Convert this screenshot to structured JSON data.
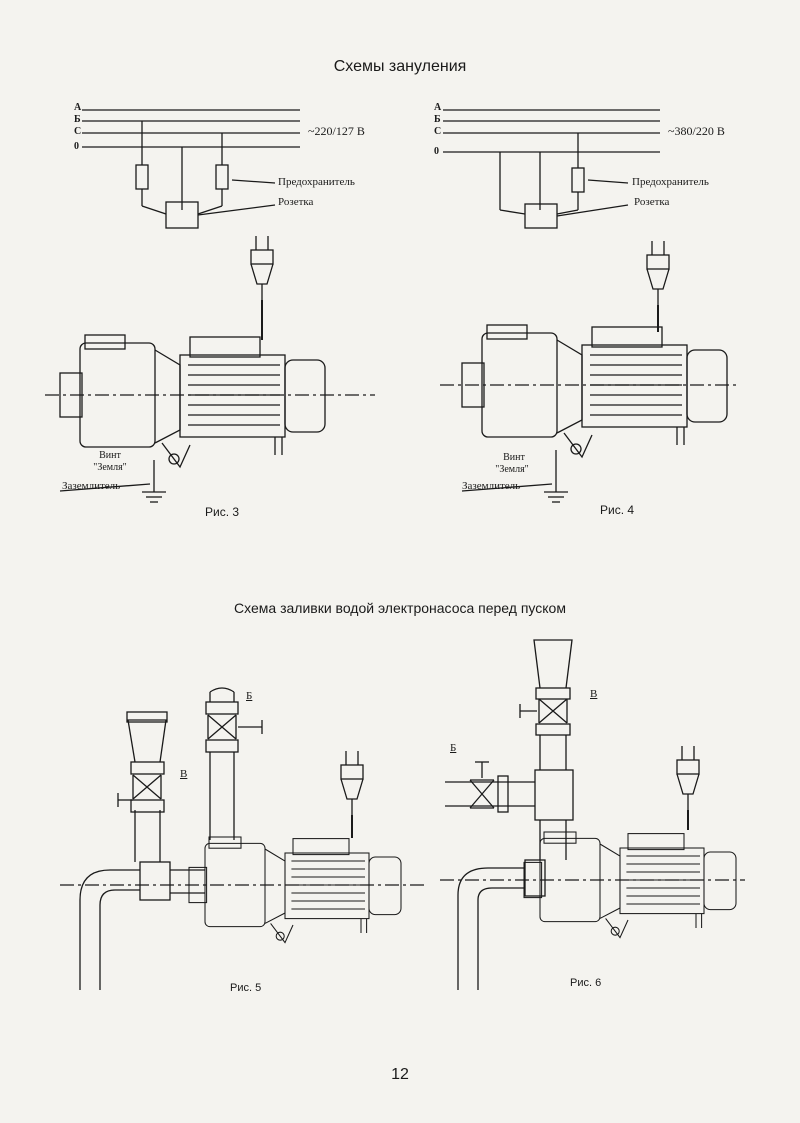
{
  "title_grounding": "Схемы зануления",
  "title_priming": "Схема заливки водой электронасоса перед пуском",
  "fig3": {
    "phases": [
      "А",
      "Б",
      "С",
      "0"
    ],
    "voltage": "~220/127 В",
    "fuse_label": "Предохранитель",
    "socket_label": "Розетка",
    "screw_label_1": "Винт",
    "screw_label_2": "\"Земля\"",
    "grounding_label": "Заземлитель",
    "caption": "Рис. 3"
  },
  "fig4": {
    "phases": [
      "А",
      "Б",
      "С",
      "0"
    ],
    "voltage": "~380/220 В",
    "fuse_label": "Предохранитель",
    "socket_label": "Розетка",
    "screw_label_1": "Винт",
    "screw_label_2": "\"Земля\"",
    "grounding_label": "Заземлитель",
    "caption": "Рис. 4"
  },
  "fig5": {
    "valve_b": "Б",
    "valve_v": "В",
    "caption": "Рис. 5"
  },
  "fig6": {
    "valve_b": "Б",
    "valve_v": "В",
    "caption": "Рис. 6"
  },
  "page_number": "12"
}
